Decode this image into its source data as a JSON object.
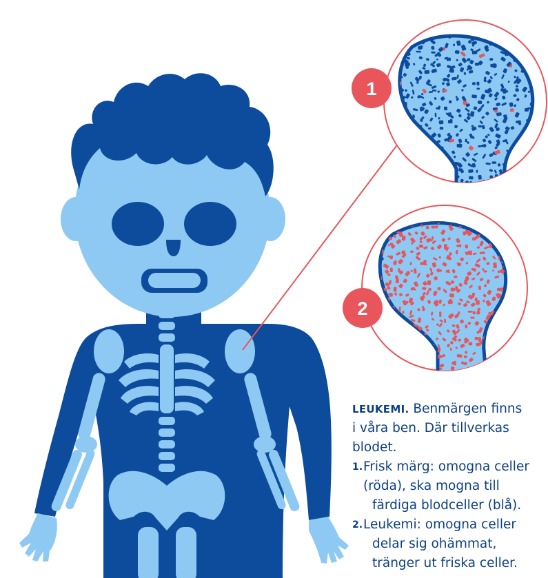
{
  "callouts": [
    {
      "number": "1",
      "label": "Frisk märg",
      "marker_color": "#e8555b",
      "fill_color": "#8ec9f3",
      "cell_color": "#0d4b9c",
      "accent_color": "#e8555b"
    },
    {
      "number": "2",
      "label": "Leukemi",
      "marker_color": "#e8555b",
      "fill_color": "#8ec9f3",
      "cell_color": "#e8555b",
      "accent_color": "#0d4b9c"
    }
  ],
  "caption": {
    "lead_label": "LEUKEMI.",
    "intro_line1": "Benmärgen finns",
    "intro_line2": "i våra ben. Där tillverkas",
    "intro_line3": "blodet.",
    "items": [
      {
        "num": "1.",
        "line1": "Frisk märg: omogna celler",
        "line2": "(röda), ska mogna till",
        "line3": "färdiga blodceller (blå)."
      },
      {
        "num": "2.",
        "line1": "Leukemi: omogna celler",
        "line2": "delar sig ohämmat,",
        "line3": "tränger ut friska celler."
      }
    ]
  },
  "colors": {
    "skin": "#8ec9f3",
    "body_dark": "#0d4b9c",
    "hair": "#0d4b9c",
    "bone": "#8ec9f3",
    "accent": "#e8555b",
    "text": "#0d3f86"
  }
}
